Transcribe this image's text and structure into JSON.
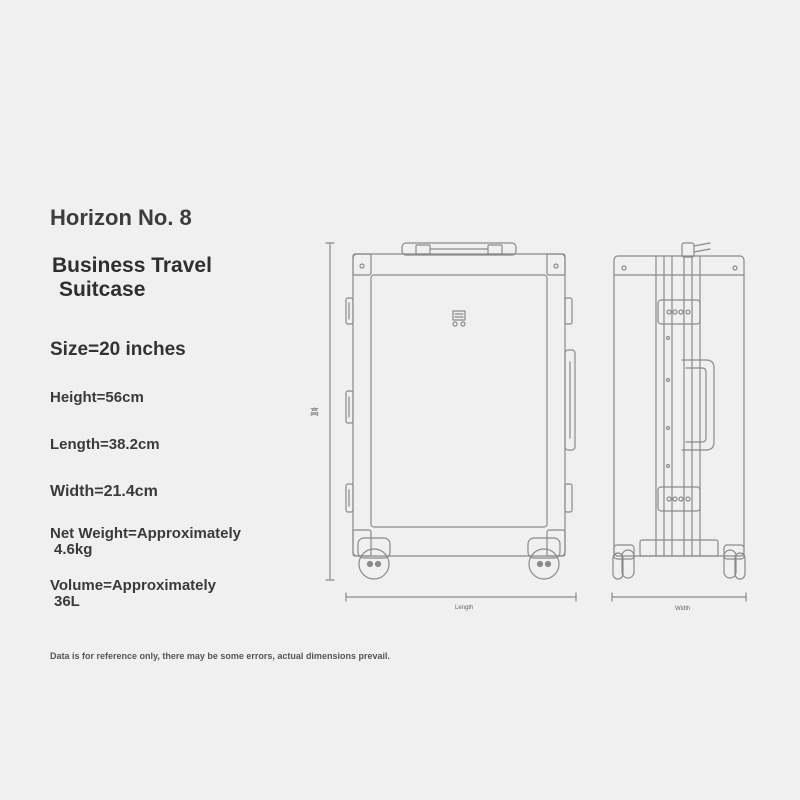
{
  "product": {
    "brand": "Horizon No. 8",
    "title_line1": "Business Travel",
    "title_line2": "Suitcase"
  },
  "specs": {
    "size": "Size=20 inches",
    "height": "Height=56cm",
    "length": "Length=38.2cm",
    "width": "Width=21.4cm",
    "weight_line1": "Net Weight=Approximately",
    "weight_line2": "4.6kg",
    "volume_line1": "Volume=Approximately",
    "volume_line2": "36L"
  },
  "diagram": {
    "height_label": "高",
    "length_label": "Length",
    "width_label": "Width"
  },
  "disclaimer": "Data is for reference only, there may be some errors, actual dimensions prevail.",
  "colors": {
    "background": "#f0f0f0",
    "line": "#8a8a8a",
    "text": "#3a3a3a"
  }
}
